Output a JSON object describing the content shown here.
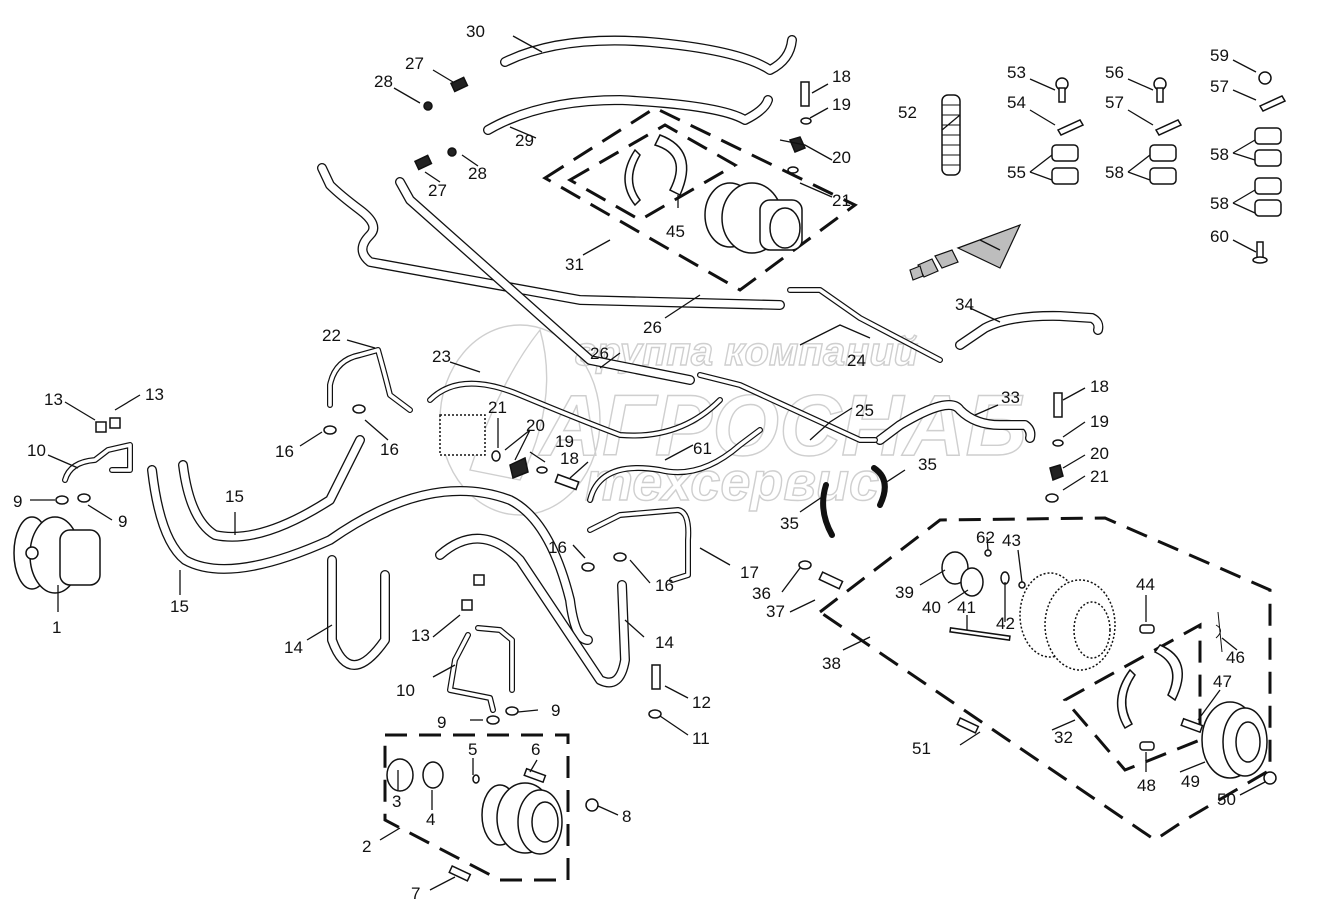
{
  "diagram": {
    "title": "Hydraulic travel motors and hoses — exploded parts diagram",
    "background_color": "#ffffff",
    "line_color": "#111111",
    "watermark": {
      "line1": "группа компаний",
      "line2": "АГРОСНАБ",
      "line3": "техсервис",
      "color": "#cfcfcf"
    },
    "direction_arrow": {
      "meaning": "forward-direction",
      "fill": "#bdbdbd"
    },
    "callouts": [
      {
        "id": "c30",
        "label": "30"
      },
      {
        "id": "c27a",
        "label": "27"
      },
      {
        "id": "c28a",
        "label": "28"
      },
      {
        "id": "c29",
        "label": "29"
      },
      {
        "id": "c28b",
        "label": "28"
      },
      {
        "id": "c27b",
        "label": "27"
      },
      {
        "id": "c45",
        "label": "45"
      },
      {
        "id": "c31",
        "label": "31"
      },
      {
        "id": "c18a",
        "label": "18"
      },
      {
        "id": "c19a",
        "label": "19"
      },
      {
        "id": "c20a",
        "label": "20"
      },
      {
        "id": "c21a",
        "label": "21"
      },
      {
        "id": "c52",
        "label": "52"
      },
      {
        "id": "c53",
        "label": "53"
      },
      {
        "id": "c54",
        "label": "54"
      },
      {
        "id": "c55",
        "label": "55"
      },
      {
        "id": "c56",
        "label": "56"
      },
      {
        "id": "c57a",
        "label": "57"
      },
      {
        "id": "c58a",
        "label": "58"
      },
      {
        "id": "c59",
        "label": "59"
      },
      {
        "id": "c57b",
        "label": "57"
      },
      {
        "id": "c58b",
        "label": "58"
      },
      {
        "id": "c58c",
        "label": "58"
      },
      {
        "id": "c60",
        "label": "60"
      },
      {
        "id": "c34",
        "label": "34"
      },
      {
        "id": "c26a",
        "label": "26"
      },
      {
        "id": "c26b",
        "label": "26"
      },
      {
        "id": "c24",
        "label": "24"
      },
      {
        "id": "c23",
        "label": "23"
      },
      {
        "id": "c22",
        "label": "22"
      },
      {
        "id": "c25",
        "label": "25"
      },
      {
        "id": "c33",
        "label": "33"
      },
      {
        "id": "c18b",
        "label": "18"
      },
      {
        "id": "c19b",
        "label": "19"
      },
      {
        "id": "c20b",
        "label": "20"
      },
      {
        "id": "c21b",
        "label": "21"
      },
      {
        "id": "c13a",
        "label": "13"
      },
      {
        "id": "c13b",
        "label": "13"
      },
      {
        "id": "c10a",
        "label": "10"
      },
      {
        "id": "c9a",
        "label": "9"
      },
      {
        "id": "c9b",
        "label": "9"
      },
      {
        "id": "c1",
        "label": "1"
      },
      {
        "id": "c16a",
        "label": "16"
      },
      {
        "id": "c16b",
        "label": "16"
      },
      {
        "id": "c15a",
        "label": "15"
      },
      {
        "id": "c15b",
        "label": "15"
      },
      {
        "id": "c21c",
        "label": "21"
      },
      {
        "id": "c20c",
        "label": "20"
      },
      {
        "id": "c19c",
        "label": "19"
      },
      {
        "id": "c18c",
        "label": "18"
      },
      {
        "id": "c61",
        "label": "61"
      },
      {
        "id": "c35a",
        "label": "35"
      },
      {
        "id": "c35b",
        "label": "35"
      },
      {
        "id": "c14a",
        "label": "14"
      },
      {
        "id": "c13c",
        "label": "13"
      },
      {
        "id": "c16c",
        "label": "16"
      },
      {
        "id": "c16d",
        "label": "16"
      },
      {
        "id": "c17",
        "label": "17"
      },
      {
        "id": "c14b",
        "label": "14"
      },
      {
        "id": "c36",
        "label": "36"
      },
      {
        "id": "c37",
        "label": "37"
      },
      {
        "id": "c10b",
        "label": "10"
      },
      {
        "id": "c12",
        "label": "12"
      },
      {
        "id": "c11",
        "label": "11"
      },
      {
        "id": "c9c",
        "label": "9"
      },
      {
        "id": "c9d",
        "label": "9"
      },
      {
        "id": "c5",
        "label": "5"
      },
      {
        "id": "c6",
        "label": "6"
      },
      {
        "id": "c3",
        "label": "3"
      },
      {
        "id": "c4",
        "label": "4"
      },
      {
        "id": "c8",
        "label": "8"
      },
      {
        "id": "c2",
        "label": "2"
      },
      {
        "id": "c7",
        "label": "7"
      },
      {
        "id": "c39",
        "label": "39"
      },
      {
        "id": "c62",
        "label": "62"
      },
      {
        "id": "c43",
        "label": "43"
      },
      {
        "id": "c40",
        "label": "40"
      },
      {
        "id": "c41",
        "label": "41"
      },
      {
        "id": "c42",
        "label": "42"
      },
      {
        "id": "c38",
        "label": "38"
      },
      {
        "id": "c44",
        "label": "44"
      },
      {
        "id": "c46",
        "label": "46"
      },
      {
        "id": "c47",
        "label": "47"
      },
      {
        "id": "c32",
        "label": "32"
      },
      {
        "id": "c48",
        "label": "48"
      },
      {
        "id": "c49",
        "label": "49"
      },
      {
        "id": "c50",
        "label": "50"
      },
      {
        "id": "c51",
        "label": "51"
      }
    ]
  }
}
